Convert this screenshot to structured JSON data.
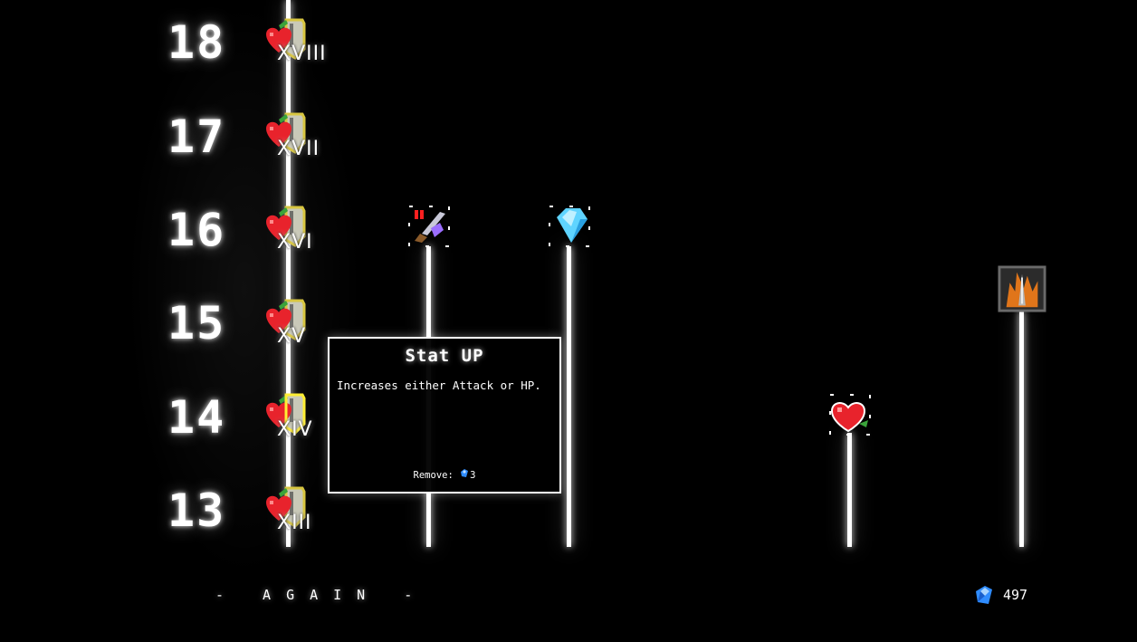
{
  "floors": [
    {
      "number": "18",
      "roman": "XVIII"
    },
    {
      "number": "17",
      "roman": "XVII"
    },
    {
      "number": "16",
      "roman": "XVI"
    },
    {
      "number": "15",
      "roman": "XV"
    },
    {
      "number": "14",
      "roman": "XIV"
    },
    {
      "number": "13",
      "roman": "XIII"
    }
  ],
  "tooltip": {
    "title": "Stat UP",
    "description": "Increases either Attack or HP.",
    "remove_label": "Remove:",
    "remove_cost": "3"
  },
  "again_label": "- AGAIN -",
  "currency": {
    "icon": "blue-gem-icon",
    "amount": "497"
  },
  "nodes": [
    {
      "icon": "sword-rune-icon"
    },
    {
      "icon": "ice-crystal-icon"
    },
    {
      "icon": "heart-icon"
    },
    {
      "icon": "flame-blade-icon"
    }
  ],
  "colors": {
    "background": "#000000",
    "line": "#ffffff",
    "heart": "#e8232c",
    "gem": "#2f8cff"
  }
}
